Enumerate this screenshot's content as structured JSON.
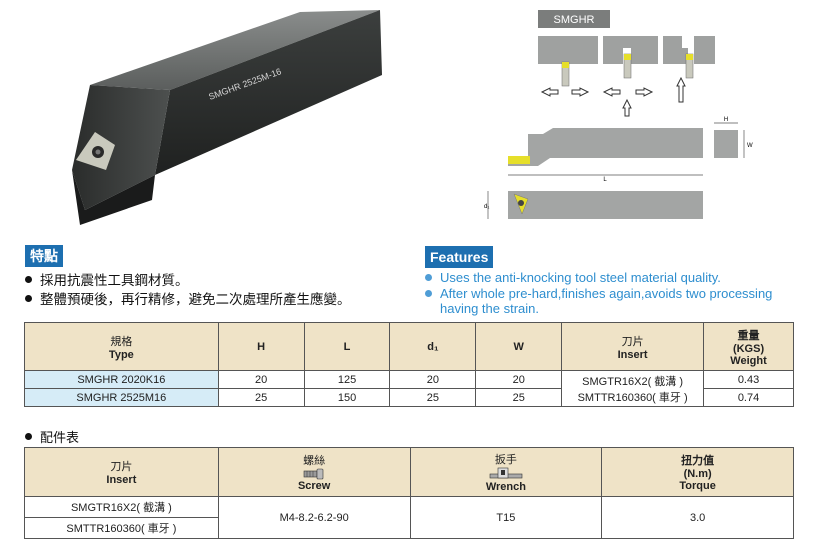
{
  "product": {
    "engraving": "SMGHR 2525M-16"
  },
  "diagram": {
    "label": "SMGHR",
    "dim_h": "H",
    "dim_w": "W",
    "dim_l": "L",
    "dim_d": "d₁"
  },
  "features_cn": {
    "title": "特點",
    "items": [
      "採用抗震性工具鋼材質。",
      "整體預硬後，再行精修，避免二次處理所產生應變。"
    ]
  },
  "features_en": {
    "title": "Features",
    "items": [
      "Uses the anti-knocking tool steel material quality.",
      "After whole pre-hard,finishes again,avoids two processing",
      "having the strain."
    ]
  },
  "spec_table": {
    "headers": {
      "type_cn": "規格",
      "type_en": "Type",
      "h": "H",
      "l": "L",
      "d": "d₁",
      "w": "W",
      "insert_cn": "刀片",
      "insert_en": "Insert",
      "weight_cn": "重量",
      "weight_unit": "(KGS)",
      "weight_en": "Weight"
    },
    "rows": [
      {
        "type": "SMGHR 2020K16",
        "h": "20",
        "l": "125",
        "d": "20",
        "w": "20",
        "weight": "0.43"
      },
      {
        "type": "SMGHR 2525M16",
        "h": "25",
        "l": "150",
        "d": "25",
        "w": "25",
        "weight": "0.74"
      }
    ],
    "inserts": [
      "SMGTR16X2( 截溝 )",
      "SMTTR160360( 車牙 )"
    ]
  },
  "parts_table": {
    "label": "配件表",
    "headers": {
      "insert_cn": "刀片",
      "insert_en": "Insert",
      "screw_cn": "螺絲",
      "screw_en": "Screw",
      "wrench_cn": "扳手",
      "wrench_en": "Wrench",
      "torque_cn": "扭力值",
      "torque_unit": "(N.m)",
      "torque_en": "Torque"
    },
    "inserts": [
      "SMGTR16X2( 截溝 )",
      "SMTTR160360( 車牙 )"
    ],
    "screw": "M4-8.2-6.2-90",
    "wrench": "T15",
    "torque": "3.0"
  }
}
